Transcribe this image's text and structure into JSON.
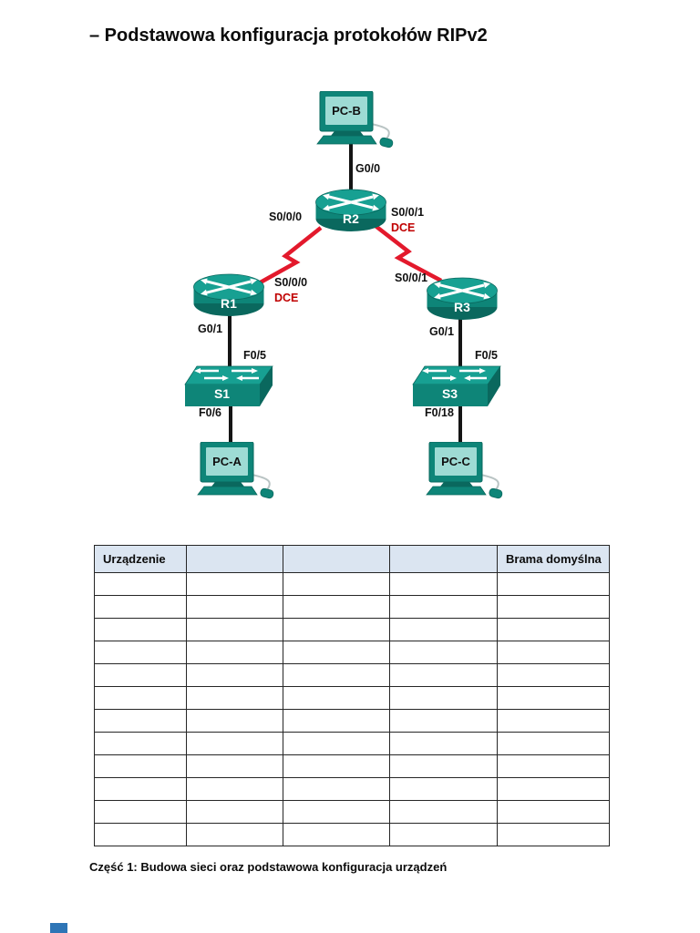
{
  "page": {
    "title": "– Podstawowa konfiguracja protokołów RIPv2",
    "footer": "Część 1: Budowa sieci oraz podstawowa konfiguracja urządzeń"
  },
  "diagram": {
    "devices": {
      "pc_b": "PC-B",
      "pc_a": "PC-A",
      "pc_c": "PC-C",
      "r1": "R1",
      "r2": "R2",
      "r3": "R3",
      "s1": "S1",
      "s3": "S3"
    },
    "if_labels": {
      "g00": "G0/0",
      "r2_s000": "S0/0/0",
      "r2_s001": "S0/0/1",
      "r2_dce": "DCE",
      "r1_s000": "S0/0/0",
      "r1_dce": "DCE",
      "r1_g01": "G0/1",
      "r3_s001": "S0/0/1",
      "r3_g01": "G0/1",
      "s1_f05": "F0/5",
      "s1_f06": "F0/6",
      "s3_f05": "F0/5",
      "s3_f018": "F0/18"
    }
  },
  "table": {
    "headers": [
      "Urządzenie",
      "",
      "",
      "",
      "Brama domyślna"
    ],
    "rows": [
      [
        "",
        "",
        "",
        "",
        ""
      ],
      [
        "",
        "",
        "",
        "",
        ""
      ],
      [
        "",
        "",
        "",
        "",
        ""
      ],
      [
        "",
        "",
        "",
        "",
        ""
      ],
      [
        "",
        "",
        "",
        "",
        ""
      ],
      [
        "",
        "",
        "",
        "",
        ""
      ],
      [
        "",
        "",
        "",
        "",
        ""
      ],
      [
        "",
        "",
        "",
        "",
        ""
      ],
      [
        "",
        "",
        "",
        "",
        ""
      ],
      [
        "",
        "",
        "",
        "",
        ""
      ],
      [
        "",
        "",
        "",
        "",
        ""
      ],
      [
        "",
        "",
        "",
        "",
        ""
      ]
    ]
  },
  "colors": {
    "teal_top": "#17a092",
    "teal_body": "#0e8578",
    "teal_dark": "#0a685e",
    "teal_screen": "#9edbd4",
    "link_red": "#e3192c",
    "dce_red": "#c00000",
    "table_header_bg": "#dbe5f1",
    "cable_gray": "#b9c4c4",
    "line_black": "#151515",
    "corner_blue": "#2e75b6"
  }
}
